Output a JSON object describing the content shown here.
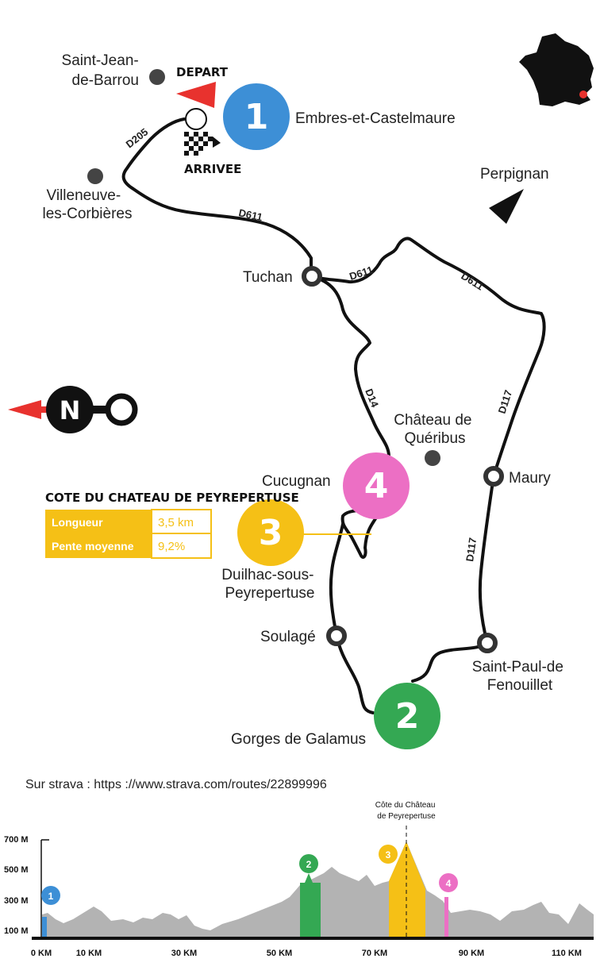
{
  "map": {
    "start_label": "DEPART",
    "finish_label": "ARRIVEE",
    "places": {
      "saint_jean": [
        "Saint-Jean-",
        "de-Barrou"
      ],
      "embres": "Embres-et-Castelmaure",
      "villeneuve": [
        "Villeneuve-",
        "les-Corbières"
      ],
      "perpignan": "Perpignan",
      "tuchan": "Tuchan",
      "queribus": [
        "Château de",
        "Quéribus"
      ],
      "cucugnan": "Cucugnan",
      "maury": "Maury",
      "duilhac": [
        "Duilhac-sous-",
        "Peyrepertuse"
      ],
      "soulage": "Soulagé",
      "saint_paul": [
        "Saint-Paul-de",
        "Fenouillet"
      ],
      "galamus": "Gorges de Galamus"
    },
    "roads": [
      "D205",
      "D611",
      "D611",
      "D611",
      "D14",
      "D117",
      "D117"
    ],
    "compass_letter": "N",
    "waypoints": [
      {
        "number": "1",
        "color": "#3d8fd6"
      },
      {
        "number": "2",
        "color": "#34a853"
      },
      {
        "number": "3",
        "color": "#f5c016"
      },
      {
        "number": "4",
        "color": "#ec6fc4"
      }
    ],
    "road_color": "#111111",
    "arrow_color": "#e8322e",
    "france_marker_color": "#e8322e"
  },
  "climb_box": {
    "title": "COTE DU CHATEAU DE PEYREPERTUSE",
    "rows": [
      {
        "label": "Longueur",
        "value": "3,5 km"
      },
      {
        "label": "Pente moyenne",
        "value": "9,2%"
      }
    ],
    "color": "#f5c016"
  },
  "strava_text": "Sur strava : https ://www.strava.com/routes/22899996",
  "profile": {
    "climb_label": [
      "Côte du Château",
      "de Peyrepertuse"
    ],
    "y_ticks": [
      "700 M",
      "500 M",
      "300 M",
      "100 M"
    ],
    "x_ticks": [
      "0 KM",
      "10 KM",
      "30 KM",
      "50 KM",
      "70 KM",
      "90 KM",
      "110 KM"
    ],
    "markers": [
      {
        "number": "1",
        "color": "#3d8fd6"
      },
      {
        "number": "2",
        "color": "#34a853"
      },
      {
        "number": "3",
        "color": "#f5c016"
      },
      {
        "number": "4",
        "color": "#ec6fc4"
      }
    ],
    "fill_color": "#b3b3b3"
  }
}
